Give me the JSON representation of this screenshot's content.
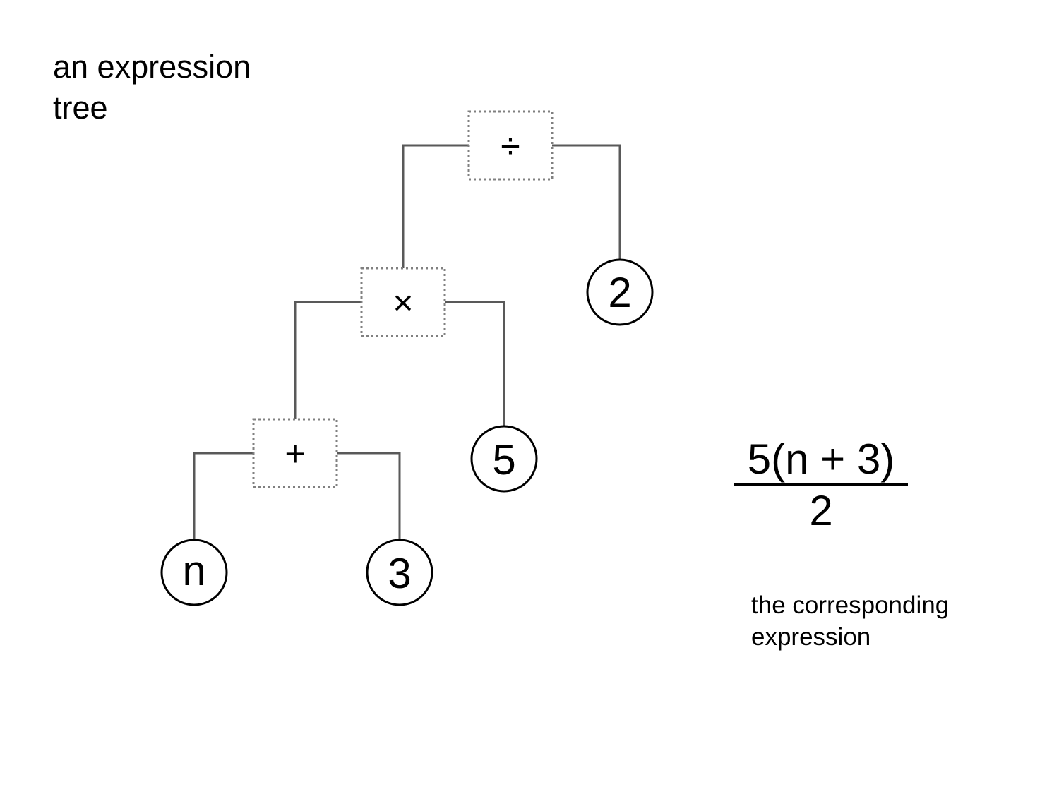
{
  "diagram": {
    "tree_caption": "an expression tree",
    "operators": {
      "divide": "÷",
      "multiply": "×",
      "add": "+"
    },
    "leaves": {
      "two": "2",
      "five": "5",
      "n": "n",
      "three": "3"
    },
    "expression": {
      "numerator": "5(n + 3)",
      "denominator": "2"
    },
    "expression_caption": "the corresponding expression",
    "colors": {
      "edge": "#595959",
      "operator_border": "#808080",
      "leaf_border": "#000000"
    }
  }
}
